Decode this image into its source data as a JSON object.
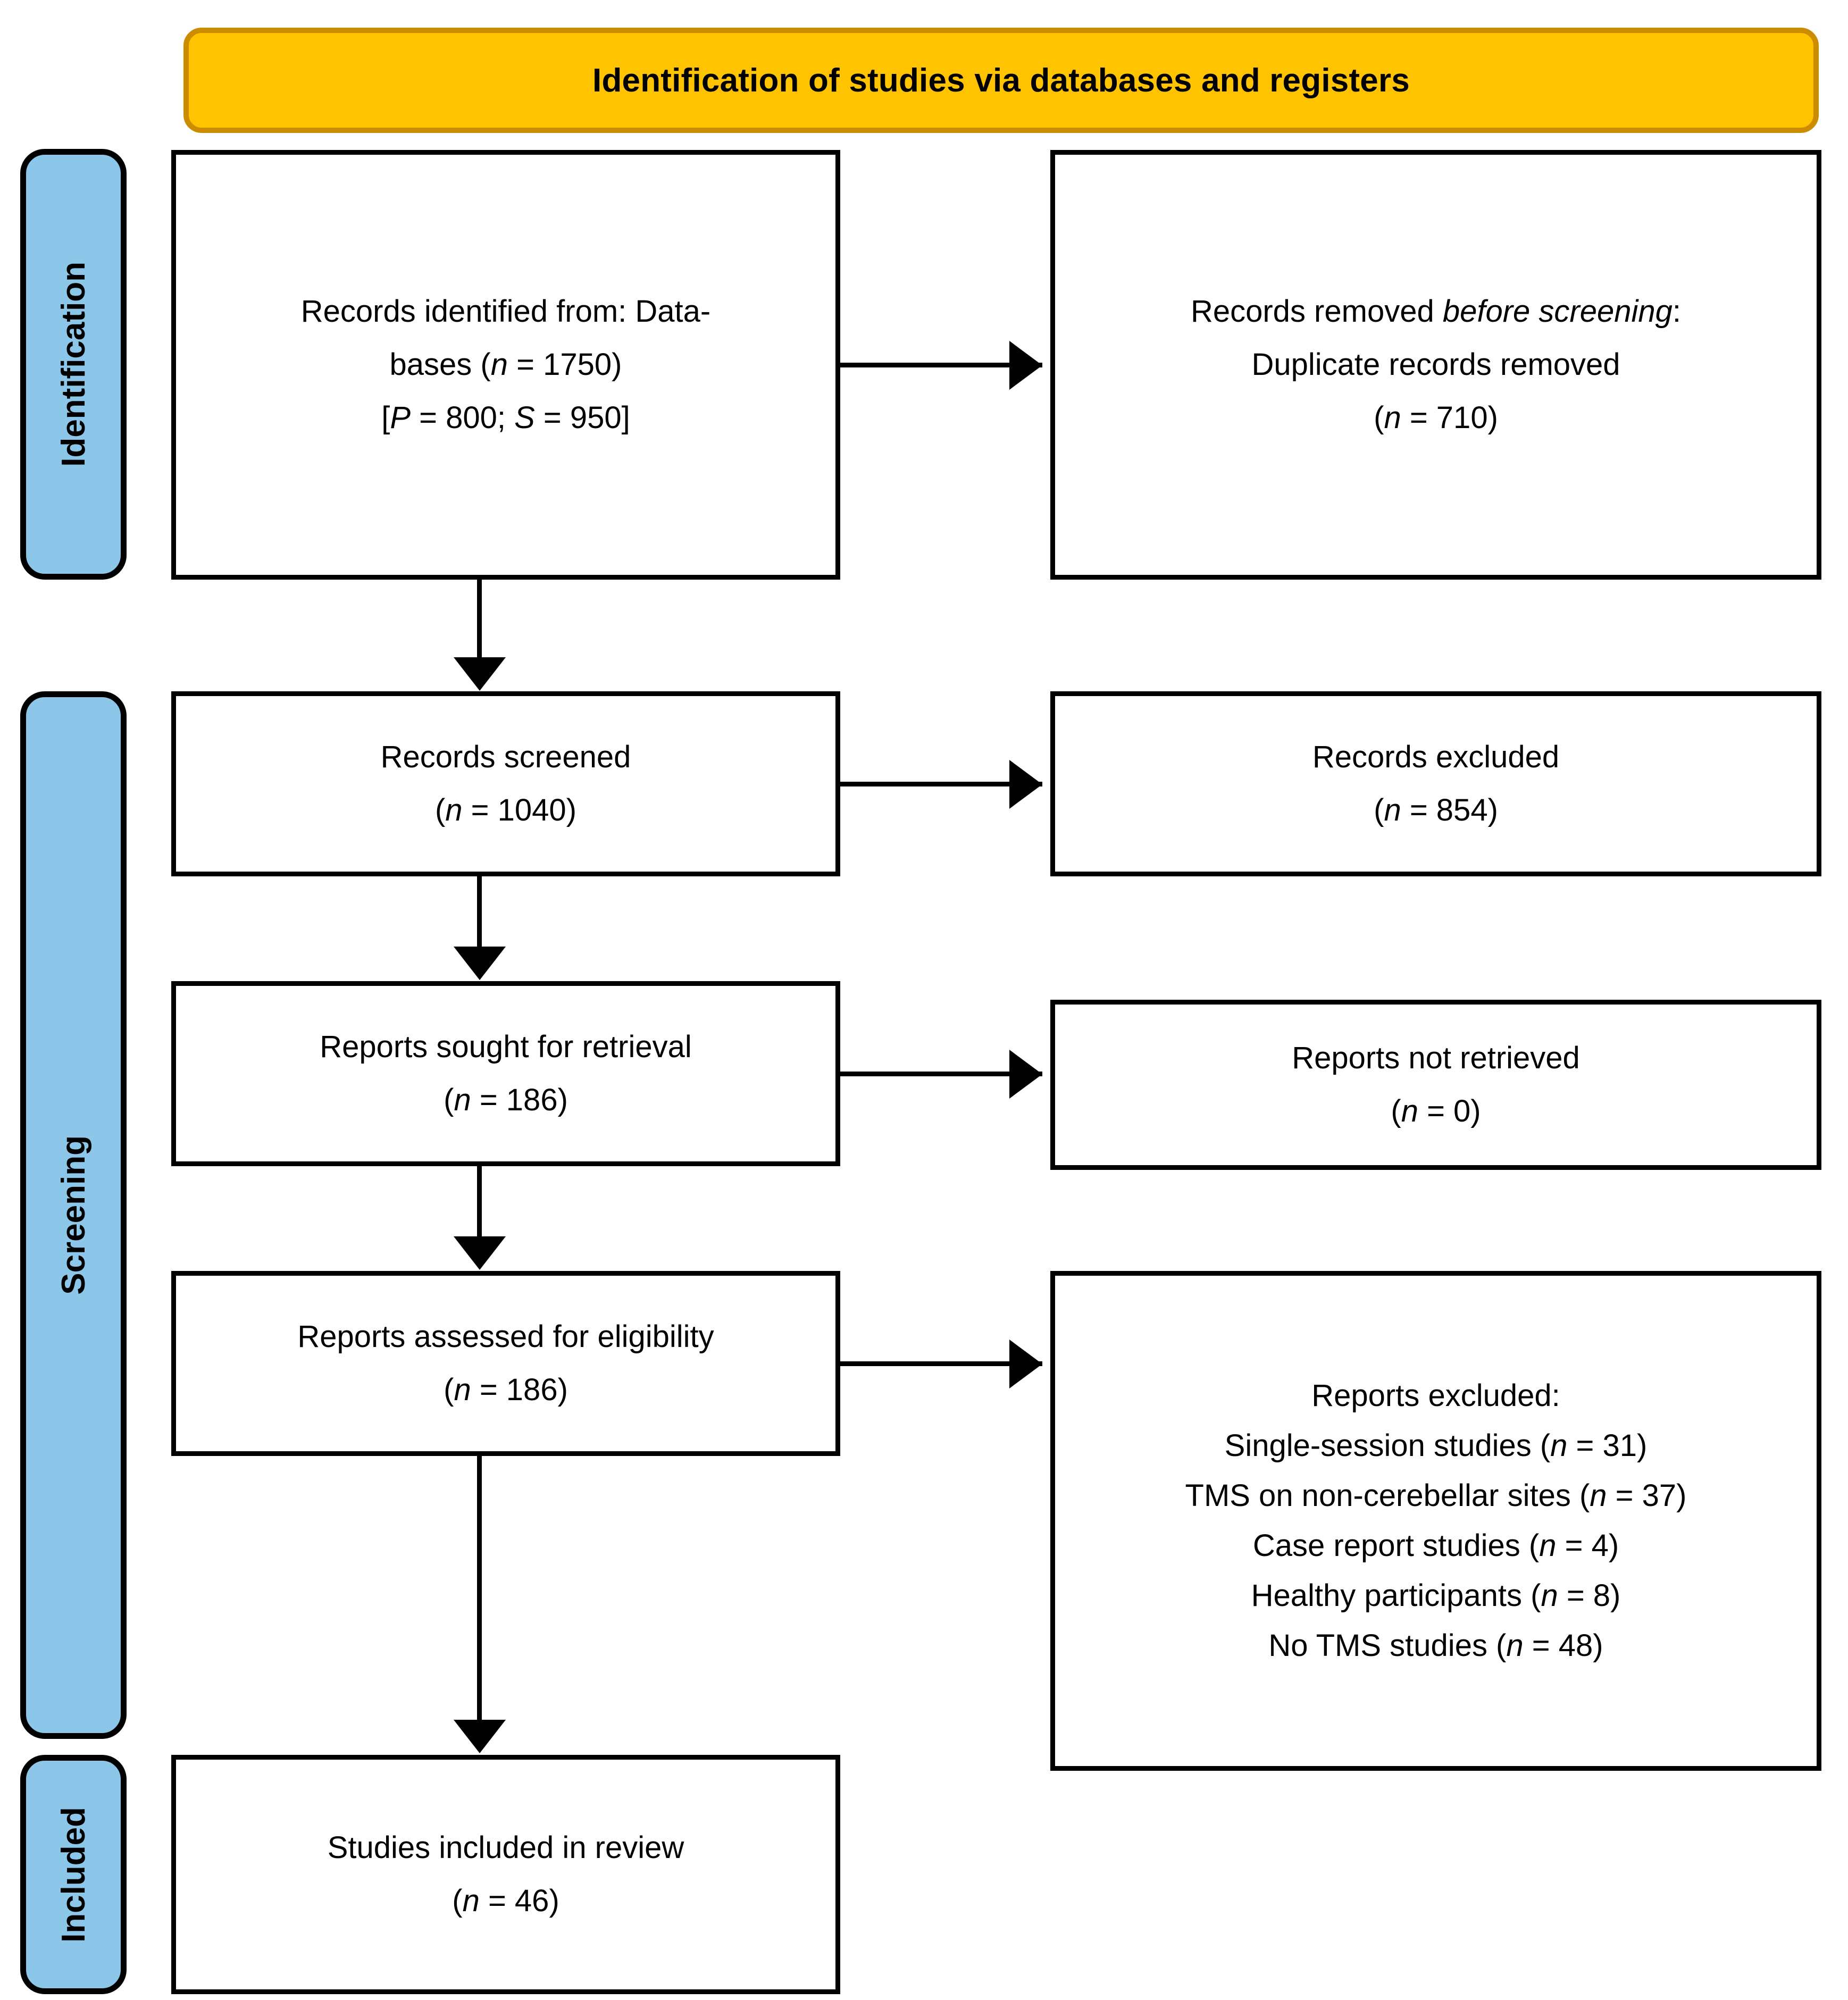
{
  "header": {
    "title": "Identification of studies via databases and registers",
    "fill_color": "#FFC300",
    "border_color": "#CC8C00"
  },
  "rails": {
    "fill_color": "#8CC6E8",
    "items": [
      {
        "id": "identification",
        "label": "Identification"
      },
      {
        "id": "screening",
        "label": "Screening"
      },
      {
        "id": "included",
        "label": "Included"
      }
    ]
  },
  "boxes": {
    "identified": {
      "line1": "Records identified from: Data-",
      "line2_pre": "bases (",
      "line2_it": "n",
      "line2_post": " = 1750)",
      "line3_open": "[",
      "line3_p": "P",
      "line3_mid": " = 800; ",
      "line3_s": "S",
      "line3_close": " = 950]"
    },
    "removed": {
      "line1_pre": "Records removed ",
      "line1_it": "before screening",
      "line1_post": ":",
      "line2": "Duplicate records removed",
      "line3_pre": "(",
      "line3_it": "n",
      "line3_post": " = 710)"
    },
    "screened": {
      "line1": "Records screened",
      "line2_pre": "(",
      "line2_it": "n",
      "line2_post": " = 1040)"
    },
    "excluded_records": {
      "line1": "Records excluded",
      "line2_pre": "(",
      "line2_it": "n",
      "line2_post": " = 854)"
    },
    "sought": {
      "line1": "Reports sought for retrieval",
      "line2_pre": "(",
      "line2_it": "n",
      "line2_post": " = 186)"
    },
    "not_retrieved": {
      "line1": "Reports not retrieved",
      "line2_pre": "(",
      "line2_it": "n",
      "line2_post": " = 0)"
    },
    "assessed": {
      "line1": "Reports assessed for eligibility",
      "line2_pre": "(",
      "line2_it": "n",
      "line2_post": " = 186)"
    },
    "reports_excluded": {
      "heading": "Reports excluded:",
      "reason1_pre": "Single-session studies (",
      "reason1_it": "n",
      "reason1_post": " = 31)",
      "reason2_pre": "TMS on non-cerebellar sites (",
      "reason2_it": "n",
      "reason2_post": " = 37)",
      "reason3_pre": "Case report studies (",
      "reason3_it": "n",
      "reason3_post": " = 4)",
      "reason4_pre": "Healthy participants (",
      "reason4_it": "n",
      "reason4_post": " = 8)",
      "reason5_pre": "No TMS studies (",
      "reason5_it": "n",
      "reason5_post": " = 48)"
    },
    "included": {
      "line1": "Studies included in review",
      "line2_pre": "(",
      "line2_it": "n",
      "line2_post": " = 46)"
    }
  },
  "chart_data": {
    "type": "diagram",
    "title": "Identification of studies via databases and registers",
    "phases": [
      "Identification",
      "Screening",
      "Included"
    ],
    "nodes": [
      {
        "id": "identified",
        "phase": "Identification",
        "label": "Records identified from: Databases",
        "n": 1750,
        "breakdown": {
          "P": 800,
          "S": 950
        }
      },
      {
        "id": "removed",
        "phase": "Identification",
        "label": "Records removed before screening: Duplicate records removed",
        "n": 710
      },
      {
        "id": "screened",
        "phase": "Screening",
        "label": "Records screened",
        "n": 1040
      },
      {
        "id": "excluded_records",
        "phase": "Screening",
        "label": "Records excluded",
        "n": 854
      },
      {
        "id": "sought",
        "phase": "Screening",
        "label": "Reports sought for retrieval",
        "n": 186
      },
      {
        "id": "not_retrieved",
        "phase": "Screening",
        "label": "Reports not retrieved",
        "n": 0
      },
      {
        "id": "assessed",
        "phase": "Screening",
        "label": "Reports assessed for eligibility",
        "n": 186
      },
      {
        "id": "reports_excluded",
        "phase": "Screening",
        "label": "Reports excluded",
        "reasons": [
          {
            "label": "Single-session studies",
            "n": 31
          },
          {
            "label": "TMS on non-cerebellar sites",
            "n": 37
          },
          {
            "label": "Case report studies",
            "n": 4
          },
          {
            "label": "Healthy participants",
            "n": 8
          },
          {
            "label": "No TMS studies",
            "n": 48
          }
        ]
      },
      {
        "id": "included",
        "phase": "Included",
        "label": "Studies included in review",
        "n": 46
      }
    ],
    "edges": [
      {
        "from": "identified",
        "to": "removed",
        "direction": "right"
      },
      {
        "from": "identified",
        "to": "screened",
        "direction": "down"
      },
      {
        "from": "screened",
        "to": "excluded_records",
        "direction": "right"
      },
      {
        "from": "screened",
        "to": "sought",
        "direction": "down"
      },
      {
        "from": "sought",
        "to": "not_retrieved",
        "direction": "right"
      },
      {
        "from": "sought",
        "to": "assessed",
        "direction": "down"
      },
      {
        "from": "assessed",
        "to": "reports_excluded",
        "direction": "right"
      },
      {
        "from": "assessed",
        "to": "included",
        "direction": "down"
      }
    ]
  }
}
